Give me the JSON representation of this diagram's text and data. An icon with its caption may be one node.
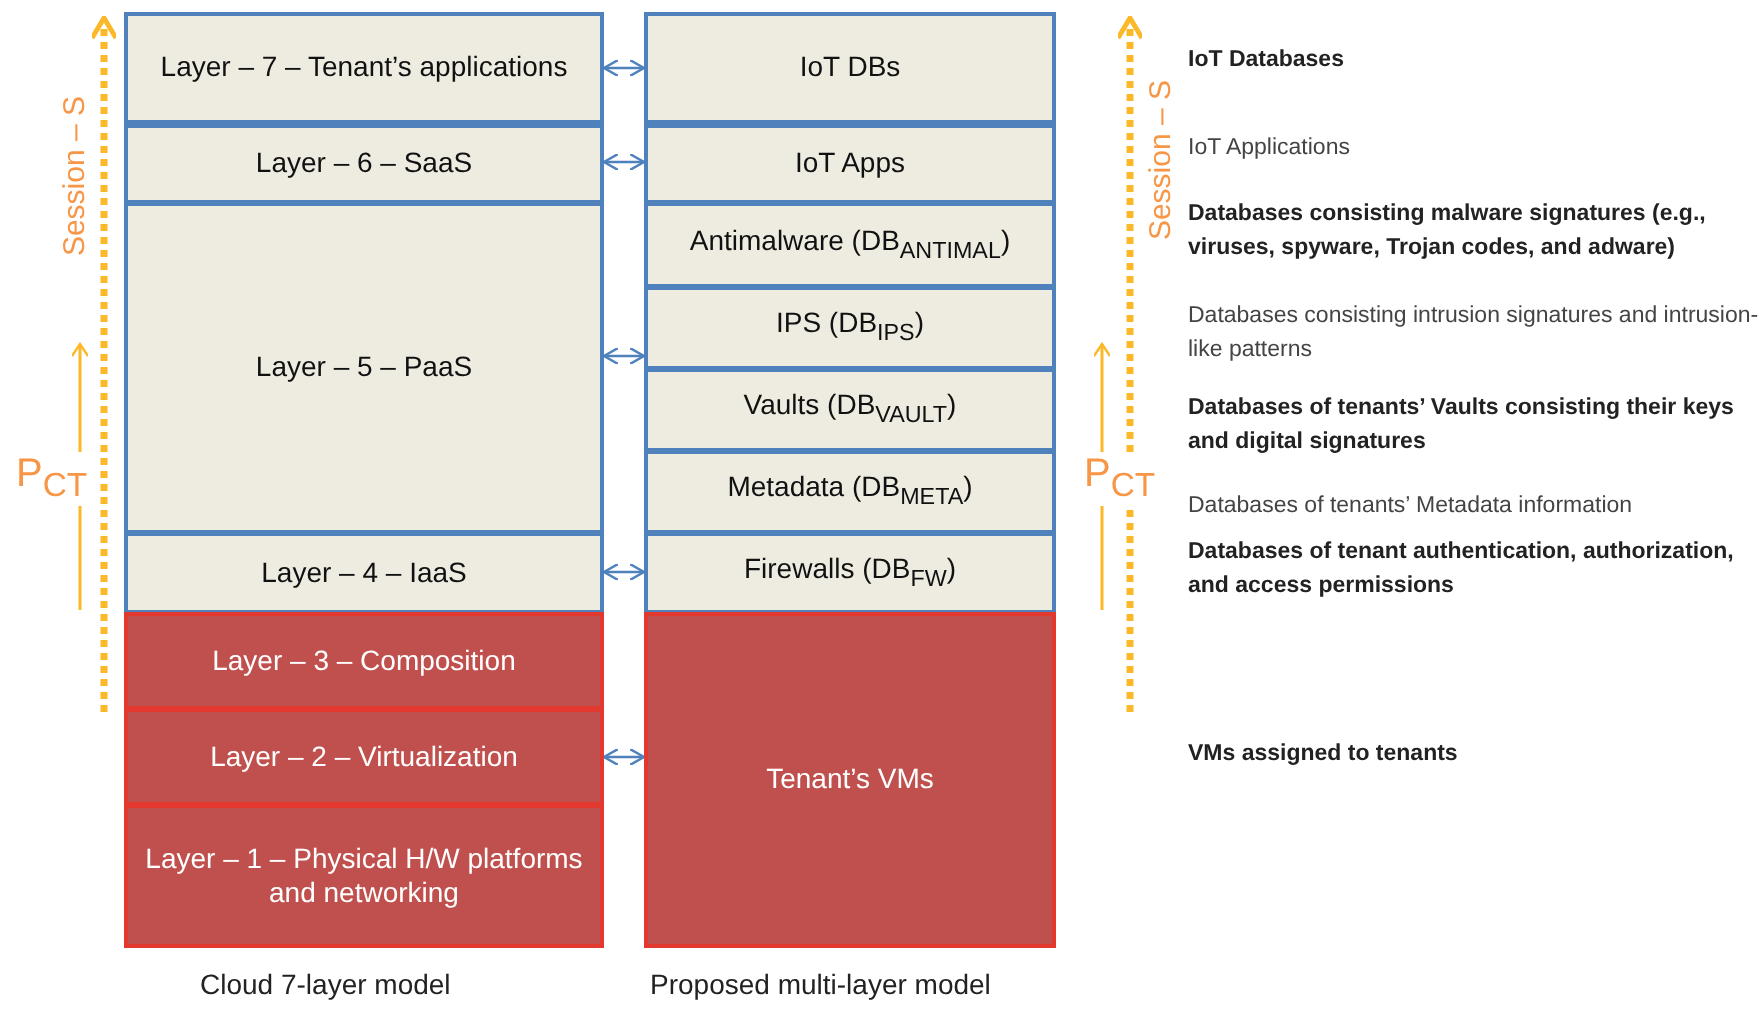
{
  "diagram": {
    "nodes": [
      {
        "text": [
          "Layer – 7 – Tenant’s applications"
        ]
      },
      {
        "text": [
          "Layer – 6 – SaaS"
        ]
      },
      {
        "text": [
          "Layer – 5 – PaaS"
        ]
      },
      {
        "text": [
          "Layer – 4 – IaaS"
        ]
      },
      {
        "text": [
          "Layer – 3 – Composition"
        ]
      },
      {
        "text": [
          "Layer – 2 – Virtualization"
        ]
      },
      {
        "text": [
          "Layer – 1 – Physical H/W platforms and networking"
        ]
      },
      {
        "text": [
          "IoT DBs"
        ]
      },
      {
        "text": [
          "IoT Apps"
        ]
      },
      {
        "text": [
          "Antimalware (DB$_{ANTIMAL}$)"
        ]
      },
      {
        "text": [
          "IPS (DB$_{IPS}$)"
        ]
      },
      {
        "text": [
          "Vaults (DB$_{VAULT}$)"
        ]
      },
      {
        "text": [
          "Metadata (DB$_{META}$)"
        ]
      },
      {
        "text": [
          "Firewalls (DB$_{FW}$)"
        ]
      },
      {
        "text": [
          "Tenant’s VMs"
        ]
      }
    ],
    "edges": [
      {
        "from": 0,
        "to": 7,
        "arrow": "both"
      },
      {
        "from": 1,
        "to": 8,
        "arrow": "both"
      },
      {
        "from": 2,
        "to": 10,
        "arrow": "both"
      },
      {
        "from": 3,
        "to": 13,
        "arrow": "both"
      },
      {
        "from": 5,
        "to": 14,
        "arrow": "both"
      }
    ],
    "labels": [
      "Session – S",
      "Session – S",
      "IoT Databases",
      "IoT Applications",
      "Databases consisting malware signatures (e.g., viruses, spyware, Trojan codes, and adware)",
      "Databases consisting intrusion signatures and intrusion-like patterns",
      "Databases of tenants’ Vaults consisting their keys and digital signatures",
      "P$_{CT}$",
      "P$_{CT}$",
      "Databases of tenants’ Metadata information",
      "Databases of tenant authentication, authorization, and access permissions",
      "VMs assigned to tenants",
      "Cloud 7-layer model",
      "Proposed multi-layer model"
    ]
  }
}
